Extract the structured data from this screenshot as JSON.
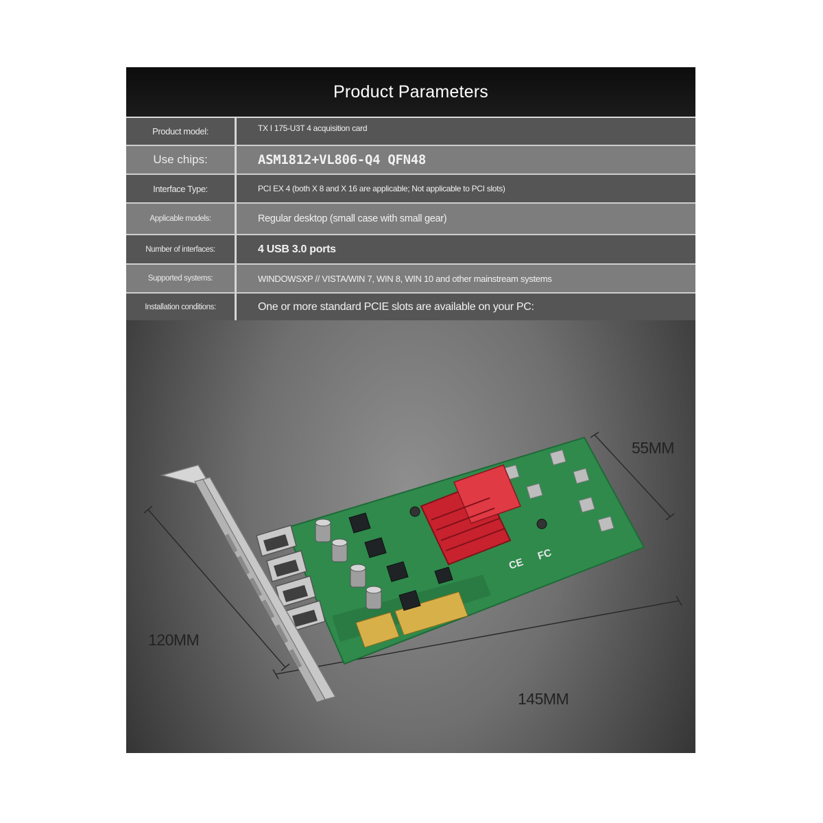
{
  "header": {
    "title": "Product Parameters"
  },
  "parameters": [
    {
      "label": "Product model:",
      "value": "TX I 175-U3T 4 acquisition card"
    },
    {
      "label": "Use chips:",
      "value": "ASM1812+VL806-Q4 QFN48"
    },
    {
      "label": "Interface Type:",
      "value": "PCI EX 4 (both X 8 and X 16 are applicable; Not applicable to PCI slots)"
    },
    {
      "label": "Applicable models:",
      "value": "Regular desktop (small case with small gear)"
    },
    {
      "label": "Number of interfaces:",
      "value": "4 USB 3.0 ports"
    },
    {
      "label": "Supported systems:",
      "value": "WINDOWSXP // VISTA/WIN 7, WIN 8, WIN 10 and other mainstream systems"
    },
    {
      "label": "Installation conditions:",
      "value": "One or more standard PCIE slots are available on your PC:"
    }
  ],
  "dimensions": {
    "height": "55MM",
    "depth": "120MM",
    "length": "145MM"
  },
  "card": {
    "certification_marks": [
      "CE",
      "FC"
    ]
  },
  "colors": {
    "header_bg": "#111111",
    "row_dark": "#555555",
    "row_light": "#7d7d7d",
    "pcb_green": "#2f8a4c",
    "heatsink_red": "#d22a35"
  }
}
